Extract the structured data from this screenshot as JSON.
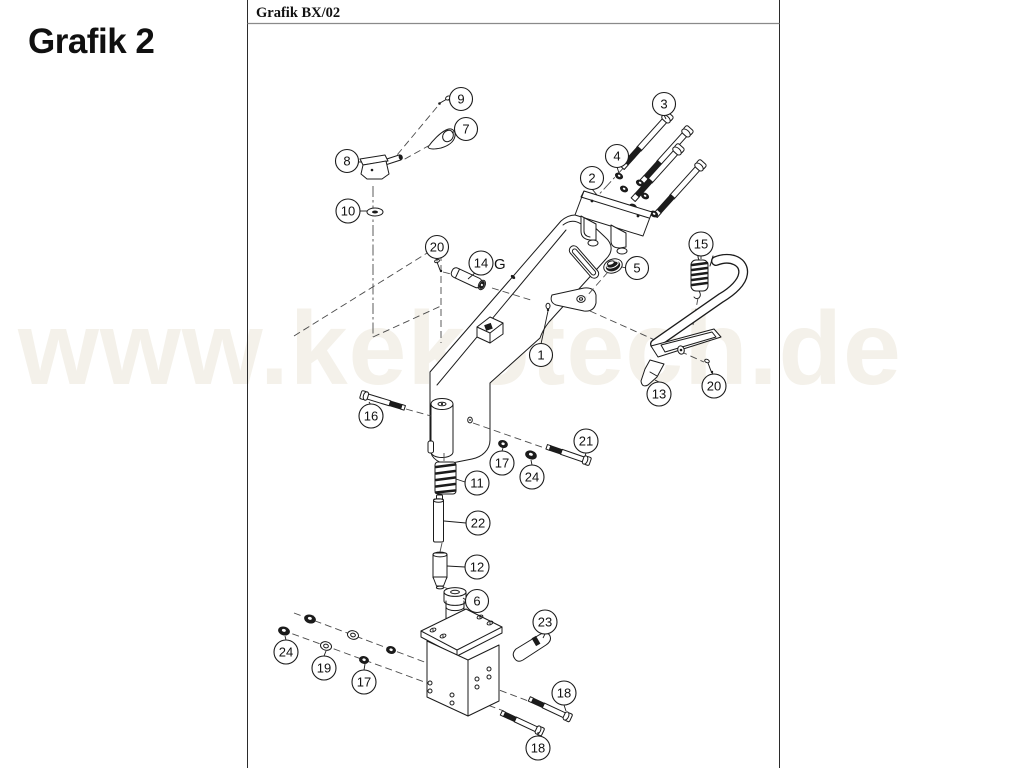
{
  "page": {
    "title": "Grafik 2"
  },
  "frame": {
    "header": "Grafik BX/02"
  },
  "watermark": {
    "text": "www.kekotech.de",
    "color": "#f4f1ea"
  },
  "diagram": {
    "line_color": "#1b1b1b",
    "pin_label_suffix": "G",
    "callouts": [
      {
        "label": "9"
      },
      {
        "label": "7"
      },
      {
        "label": "8"
      },
      {
        "label": "10"
      },
      {
        "label": "3"
      },
      {
        "label": "4"
      },
      {
        "label": "2"
      },
      {
        "label": "20"
      },
      {
        "label": "14"
      },
      {
        "label": "5"
      },
      {
        "label": "15"
      },
      {
        "label": "1"
      },
      {
        "label": "13"
      },
      {
        "label": "20"
      },
      {
        "label": "16"
      },
      {
        "label": "21"
      },
      {
        "label": "17"
      },
      {
        "label": "24"
      },
      {
        "label": "11"
      },
      {
        "label": "22"
      },
      {
        "label": "12"
      },
      {
        "label": "6"
      },
      {
        "label": "23"
      },
      {
        "label": "24"
      },
      {
        "label": "19"
      },
      {
        "label": "17"
      },
      {
        "label": "18"
      },
      {
        "label": "18"
      }
    ]
  }
}
